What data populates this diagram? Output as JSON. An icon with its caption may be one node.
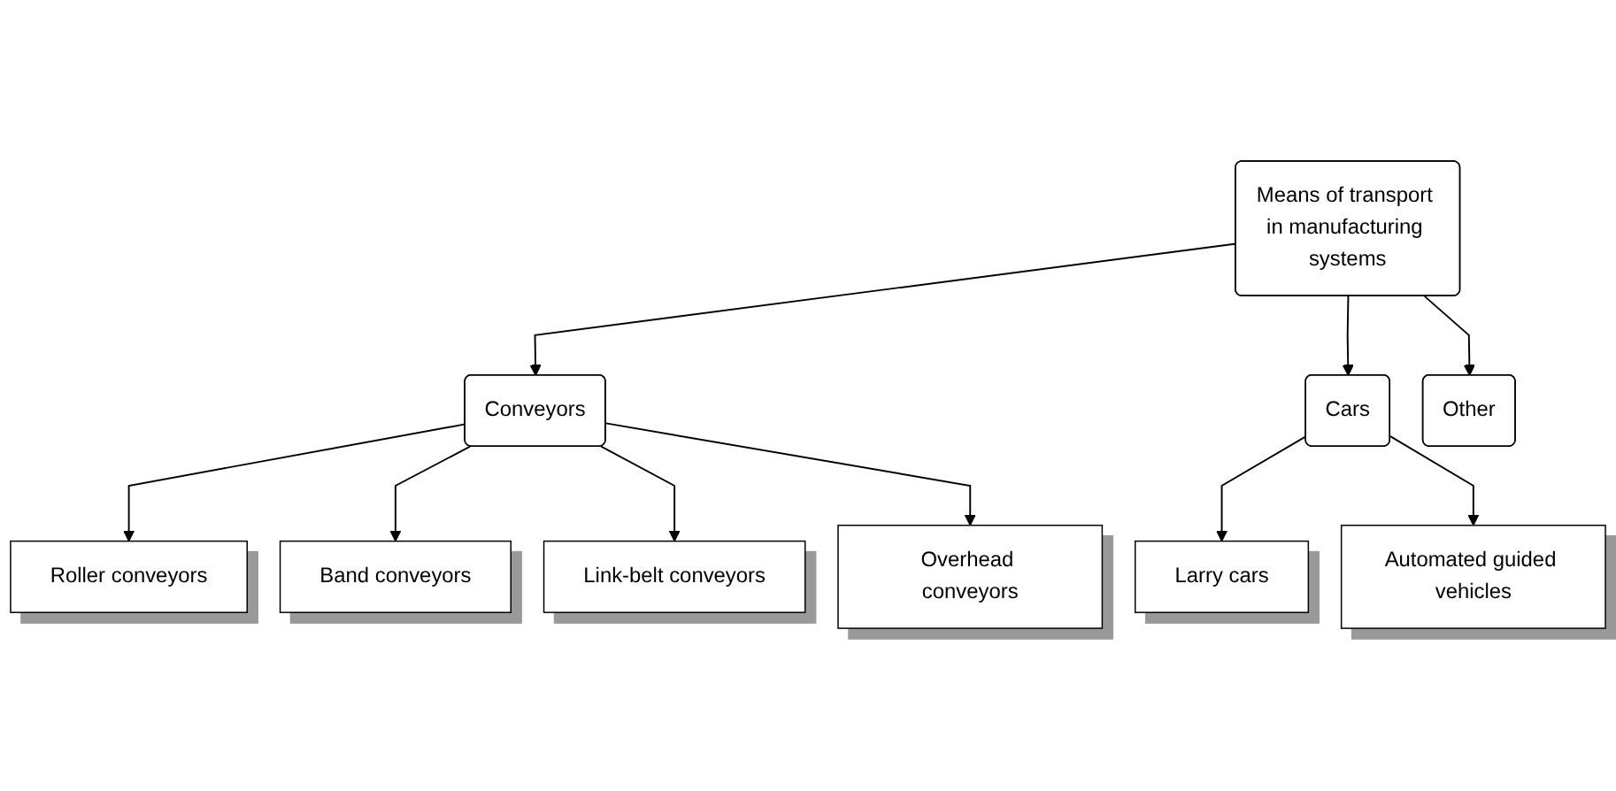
{
  "diagram": {
    "nodes": [
      {
        "text": [
          "Means of transport in manufacturing systems"
        ]
      },
      {
        "text": [
          "Conveyors"
        ]
      },
      {
        "text": [
          "Cars"
        ]
      },
      {
        "text": [
          "Other"
        ]
      },
      {
        "text": [
          "Roller conveyors"
        ]
      },
      {
        "text": [
          "Band conveyors"
        ]
      },
      {
        "text": [
          "Link-belt conveyors"
        ]
      },
      {
        "text": [
          "Overhead conveyors"
        ]
      },
      {
        "text": [
          "Larry cars"
        ]
      },
      {
        "text": [
          "Automated guided vehicles"
        ]
      }
    ],
    "edges": [
      {
        "from": 0,
        "to": 1,
        "arrow": "to"
      },
      {
        "from": 0,
        "to": 2,
        "arrow": "to"
      },
      {
        "from": 0,
        "to": 3,
        "arrow": "to"
      },
      {
        "from": 1,
        "to": 4,
        "arrow": "to"
      },
      {
        "from": 1,
        "to": 5,
        "arrow": "to"
      },
      {
        "from": 1,
        "to": 6,
        "arrow": "to"
      },
      {
        "from": 1,
        "to": 7,
        "arrow": "to"
      },
      {
        "from": 2,
        "to": 8,
        "arrow": "to"
      },
      {
        "from": 2,
        "to": 9,
        "arrow": "to"
      }
    ]
  }
}
